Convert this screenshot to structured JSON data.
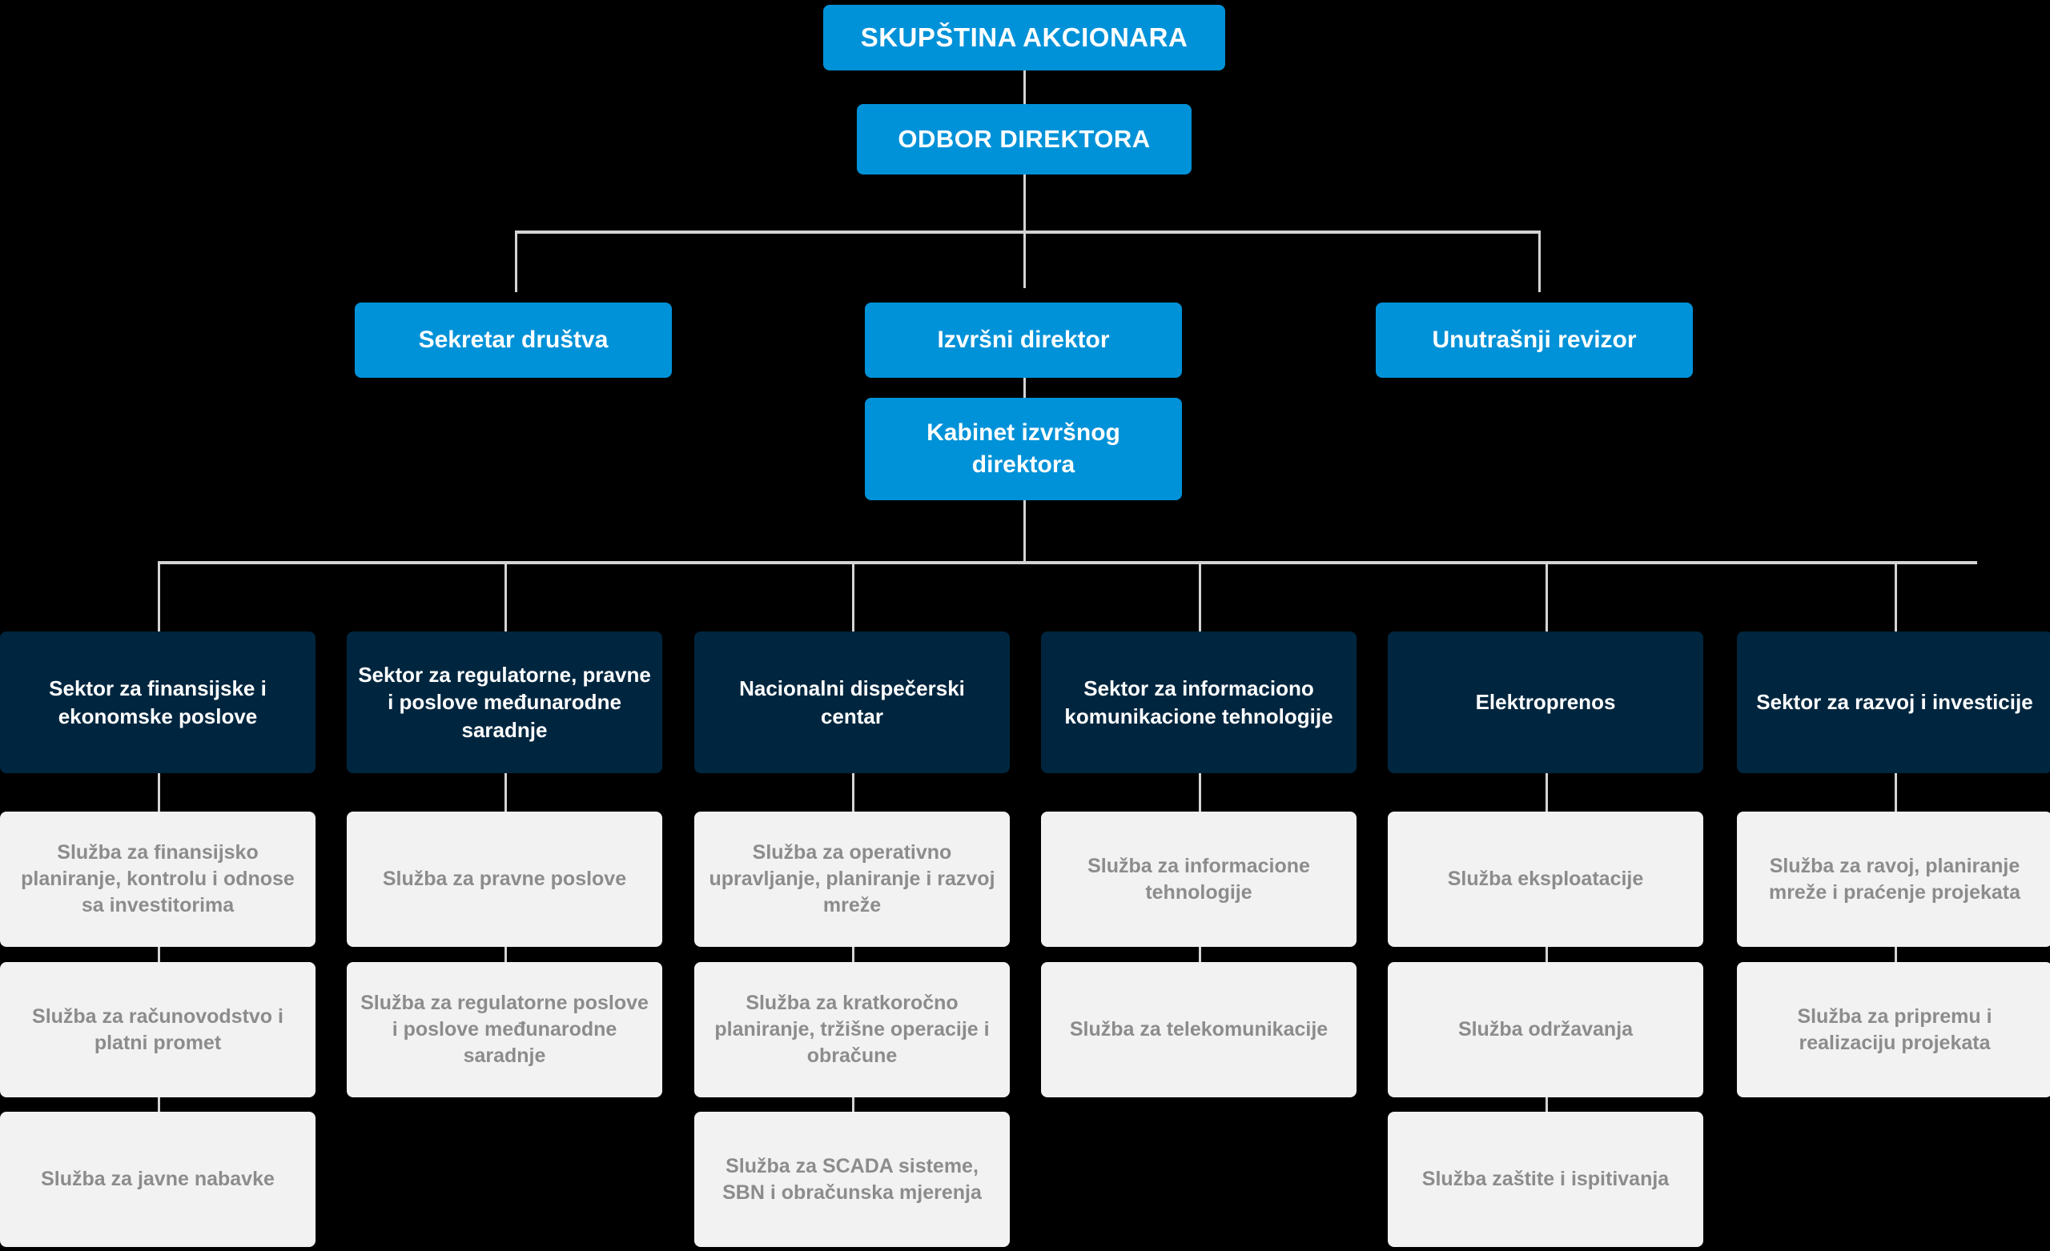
{
  "colors": {
    "background": "#000000",
    "blue": "#0092d8",
    "navy": "#00263f",
    "gray_box": "#f2f2f2",
    "gray_text": "#8c8c8c",
    "connector": "#d4d4d4",
    "white": "#ffffff"
  },
  "top": {
    "assembly": "SKUPŠTINA AKCIONARA",
    "board": "ODBOR DIREKTORA"
  },
  "officers": {
    "secretary": "Sekretar društva",
    "executive_director": "Izvršni direktor",
    "internal_auditor": "Unutrašnji revizor",
    "cabinet": "Kabinet izvršnog direktora"
  },
  "sectors": [
    {
      "name": "Sektor za finansijske i ekonomske poslove",
      "services": [
        "Služba za finansijsko planiranje, kontrolu i odnose sa investitorima",
        "Služba za računovodstvo i platni promet",
        "Služba za javne nabavke"
      ]
    },
    {
      "name": "Sektor za regulatorne, pravne i poslove međunarodne saradnje",
      "services": [
        "Služba za pravne poslove",
        "Služba za regulatorne poslove i poslove međunarodne saradnje"
      ]
    },
    {
      "name": "Nacionalni dispečerski centar",
      "services": [
        "Služba za operativno upravljanje, planiranje i razvoj mreže",
        "Služba za kratkoročno planiranje, tržišne operacije i obračune",
        "Služba za SCADA sisteme, SBN i obračunska mjerenja"
      ]
    },
    {
      "name": "Sektor za informaciono komunikacione tehnologije",
      "services": [
        "Služba za informacione tehnologije",
        "Služba za telekomunikacije"
      ]
    },
    {
      "name": "Elektroprenos",
      "services": [
        "Služba eksploatacije",
        "Služba održavanja",
        "Služba zaštite i ispitivanja"
      ]
    },
    {
      "name": "Sektor za razvoj i investicije",
      "services": [
        "Služba za ravoj, planiranje mreže i praćenje projekata",
        "Služba za pripremu i realizaciju projekata"
      ]
    }
  ]
}
